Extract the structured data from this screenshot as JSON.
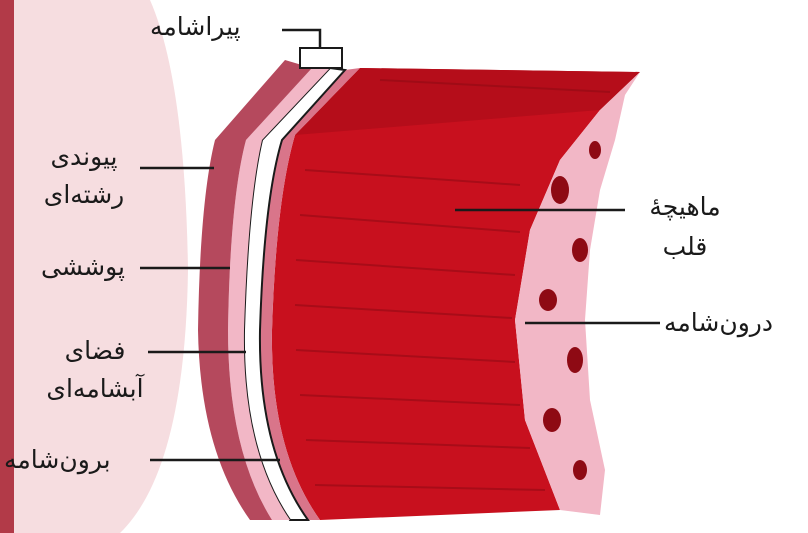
{
  "colors": {
    "background_blob": "#f6dde0",
    "side_frame": "#b23a48",
    "muscle": "#c8101e",
    "muscle_dark": "#8e0a14",
    "membrane_pink": "#d9758a",
    "endocardium": "#f2b7c6",
    "leader_line": "#1a1a1a"
  },
  "labels": {
    "pericardium": "پیراشامه",
    "fibrous_line1": "پیوندی",
    "fibrous_line2": "رشته‌ای",
    "epithelial": "پوششی",
    "serous_line1": "فضای",
    "serous_line2": "آبشامه‌ای",
    "epicardium": "برون‌شامه",
    "myocardium_line1": "ماهیچهٔ",
    "myocardium_line2": "قلب",
    "endocardium": "درون‌شامه"
  }
}
